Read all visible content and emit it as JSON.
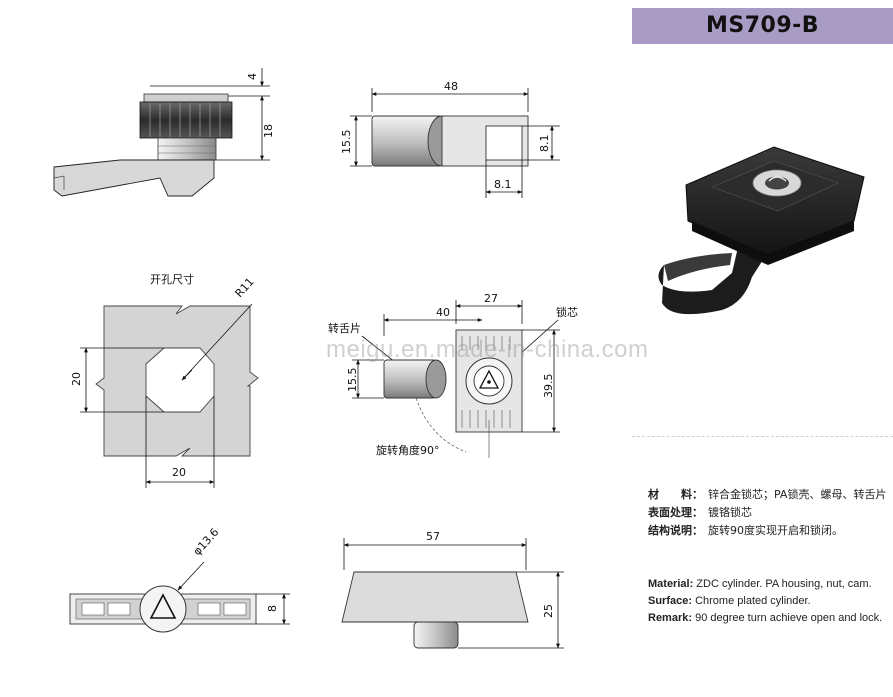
{
  "product": {
    "model": "MS709-B"
  },
  "drawings": {
    "top_left": {
      "dim_top": "4",
      "dim_height": "18"
    },
    "top_right": {
      "dim_length": "48",
      "dim_height": "15.5",
      "dim_square_v": "8.1",
      "dim_square_h": "8.1"
    },
    "cutout": {
      "title": "开孔尺寸",
      "radius": "R11",
      "dim_vertical": "20",
      "dim_horizontal": "20"
    },
    "side": {
      "dim_40": "40",
      "dim_27": "27",
      "dim_15_5": "15.5",
      "dim_39_5": "39.5",
      "label_tongue": "转舌片",
      "label_core": "锁芯",
      "label_rotation": "旋转角度90°"
    },
    "bottom_left": {
      "dim_diameter": "φ13.6",
      "dim_height": "8"
    },
    "bottom_right": {
      "dim_width": "57",
      "dim_height": "25"
    }
  },
  "watermark": "meigu.en.made-in-china.com",
  "specs_cn": [
    {
      "label": "材　　料：",
      "value": "锌合金锁芯；PA锁壳、螺母、转舌片"
    },
    {
      "label": "表面处理：",
      "value": "镀铬锁芯"
    },
    {
      "label": "结构说明：",
      "value": "旋转90度实现开启和锁闭。"
    }
  ],
  "specs_en": [
    {
      "label": "Material:",
      "value": " ZDC cylinder. PA housing, nut, cam."
    },
    {
      "label": "Surface:",
      "value": " Chrome plated cylinder."
    },
    {
      "label": "Remark:",
      "value": " 90 degree turn achieve open and lock."
    }
  ],
  "colors": {
    "title_bar": "#a89cc4",
    "part_gray": "#d8d8d8",
    "plate_gray": "#d4d4d4"
  }
}
